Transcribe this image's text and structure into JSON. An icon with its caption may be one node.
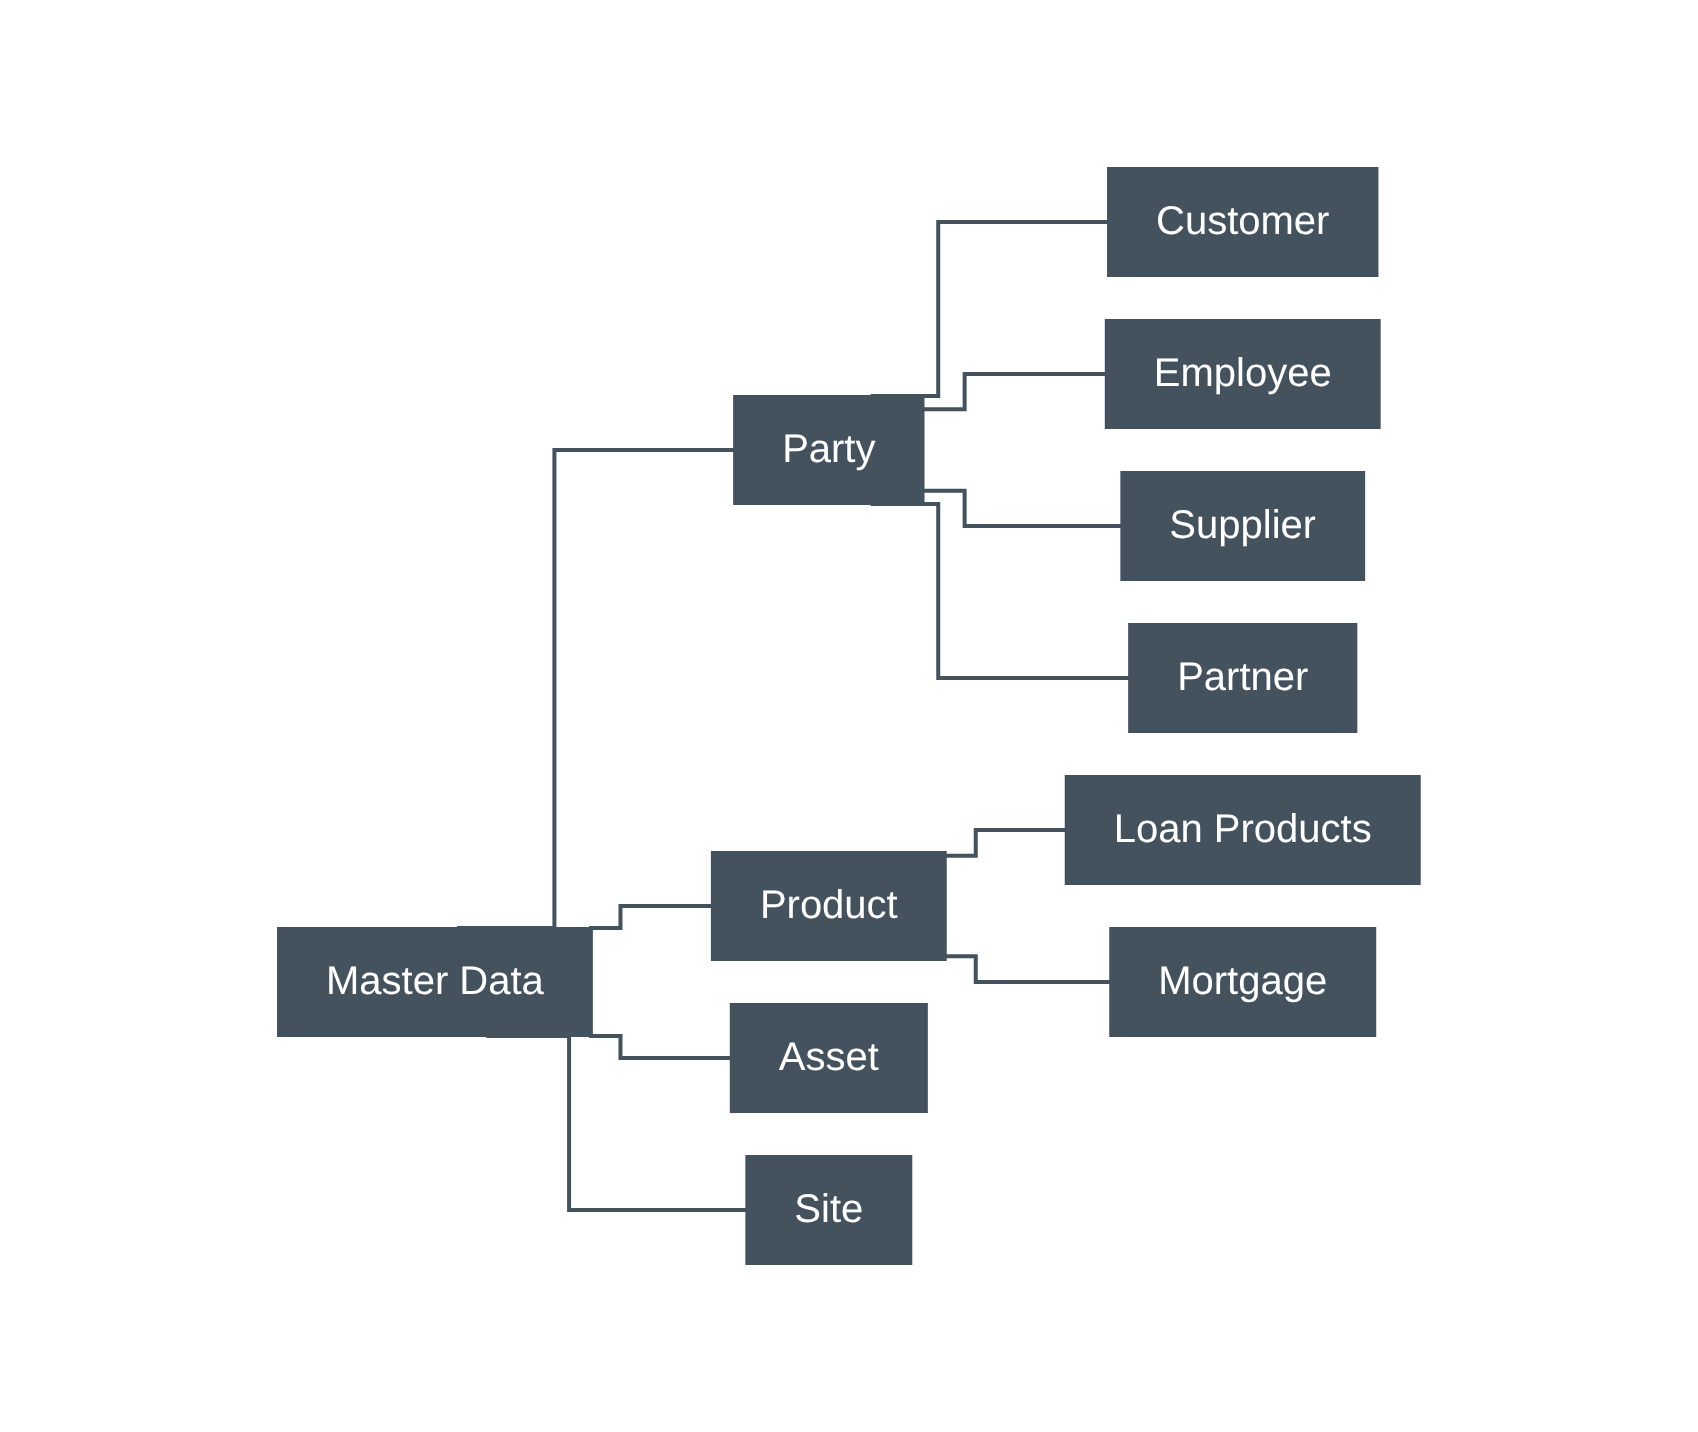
{
  "diagram": {
    "nodes": [
      {
        "text": [
          "Master Data"
        ]
      },
      {
        "text": [
          "Party"
        ]
      },
      {
        "text": [
          "Customer"
        ]
      },
      {
        "text": [
          "Employee"
        ]
      },
      {
        "text": [
          "Supplier"
        ]
      },
      {
        "text": [
          "Partner"
        ]
      },
      {
        "text": [
          "Product"
        ]
      },
      {
        "text": [
          "Loan Products"
        ]
      },
      {
        "text": [
          "Mortgage"
        ]
      },
      {
        "text": [
          "Asset"
        ]
      },
      {
        "text": [
          "Site"
        ]
      }
    ],
    "edges": [
      {
        "from": 0,
        "to": 1,
        "arrow": "none"
      },
      {
        "from": 1,
        "to": 2,
        "arrow": "none"
      },
      {
        "from": 1,
        "to": 3,
        "arrow": "none"
      },
      {
        "from": 1,
        "to": 4,
        "arrow": "none"
      },
      {
        "from": 1,
        "to": 5,
        "arrow": "none"
      },
      {
        "from": 0,
        "to": 6,
        "arrow": "none"
      },
      {
        "from": 6,
        "to": 7,
        "arrow": "none"
      },
      {
        "from": 6,
        "to": 8,
        "arrow": "none"
      },
      {
        "from": 0,
        "to": 9,
        "arrow": "none"
      },
      {
        "from": 0,
        "to": 10,
        "arrow": "none"
      }
    ]
  }
}
